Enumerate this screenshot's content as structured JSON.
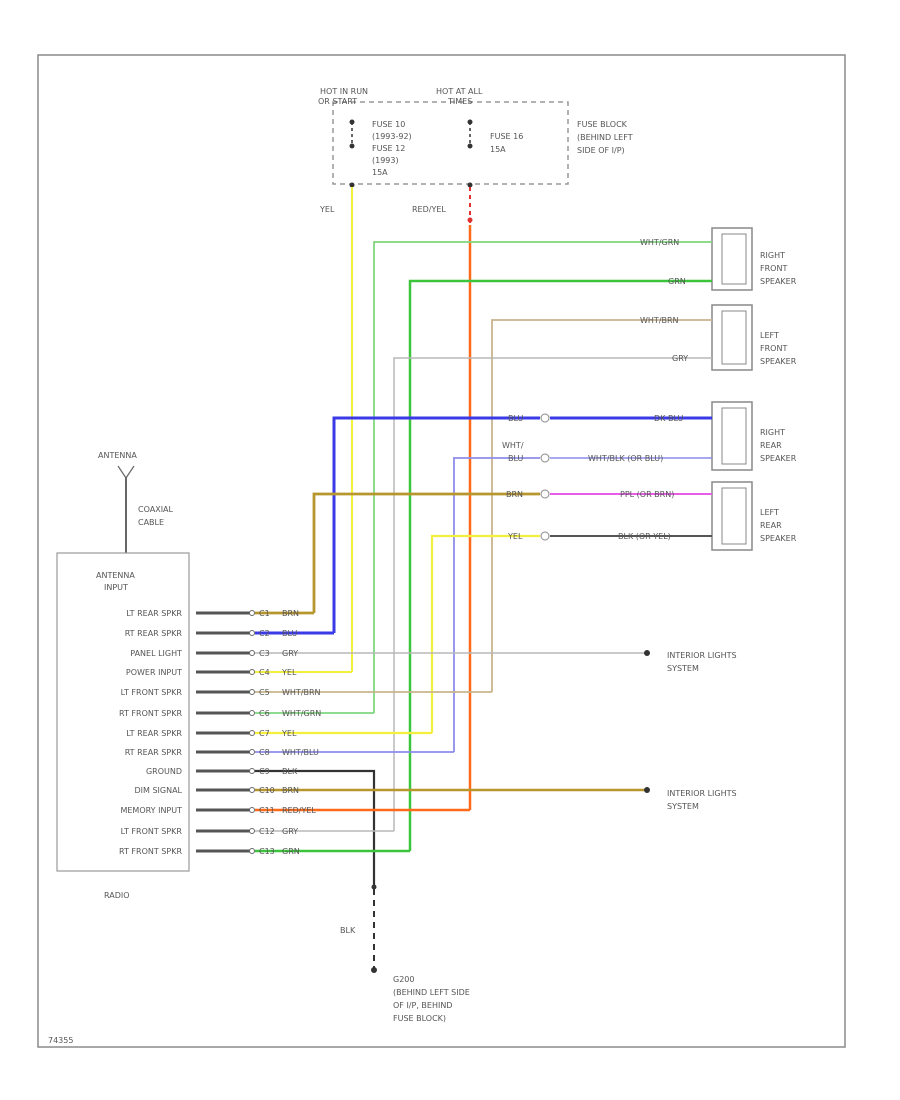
{
  "fuse_block": {
    "hot_run_label": "HOT IN RUN",
    "hot_run_sub": "OR START",
    "hot_all_label": "HOT AT ALL",
    "hot_all_sub": "TIMES",
    "fuse_left_lines": [
      "FUSE 10",
      "(1993-92)",
      "FUSE 12",
      "(1993)",
      "15A"
    ],
    "fuse_right_lines": [
      "FUSE 16",
      "15A"
    ],
    "location_lines": [
      "FUSE BLOCK",
      "(BEHIND LEFT",
      "SIDE OF I/P)"
    ],
    "wire_yel": "YEL",
    "wire_red_yel": "RED/YEL"
  },
  "antenna": {
    "label": "ANTENNA",
    "cable_lines": [
      "COAXIAL",
      "CABLE"
    ]
  },
  "radio": {
    "title": "RADIO",
    "input_lines": [
      "ANTENNA",
      "INPUT"
    ],
    "pins": [
      {
        "label": "LT REAR SPKR",
        "pin": "C1",
        "wire": "BRN"
      },
      {
        "label": "RT REAR SPKR",
        "pin": "C2",
        "wire": "BLU"
      },
      {
        "label": "PANEL LIGHT",
        "pin": "C3",
        "wire": "GRY"
      },
      {
        "label": "POWER INPUT",
        "pin": "C4",
        "wire": "YEL"
      },
      {
        "label": "LT FRONT SPKR",
        "pin": "C5",
        "wire": "WHT/BRN"
      },
      {
        "label": "RT FRONT SPKR",
        "pin": "C6",
        "wire": "WHT/GRN"
      },
      {
        "label": "LT REAR SPKR",
        "pin": "C7",
        "wire": "YEL"
      },
      {
        "label": "RT REAR SPKR",
        "pin": "C8",
        "wire": "WHT/BLU"
      },
      {
        "label": "GROUND",
        "pin": "C9",
        "wire": "BLK"
      },
      {
        "label": "DIM SIGNAL",
        "pin": "C10",
        "wire": "BRN"
      },
      {
        "label": "MEMORY INPUT",
        "pin": "C11",
        "wire": "RED/YEL"
      },
      {
        "label": "LT FRONT SPKR",
        "pin": "C12",
        "wire": "GRY"
      },
      {
        "label": "RT FRONT SPKR",
        "pin": "C13",
        "wire": "GRN"
      }
    ]
  },
  "speakers": [
    {
      "lines": [
        "RIGHT",
        "FRONT",
        "SPEAKER"
      ],
      "wire_top": "WHT/GRN",
      "wire_bottom": "GRN"
    },
    {
      "lines": [
        "LEFT",
        "FRONT",
        "SPEAKER"
      ],
      "wire_top": "WHT/BRN",
      "wire_bottom": "GRY"
    },
    {
      "lines": [
        "RIGHT",
        "REAR",
        "SPEAKER"
      ],
      "wire_top_left": "BLU",
      "wire_top_right": "DK BLU",
      "wire_bottom_left": "BLU",
      "wire_bottom_right": "WHT/BLK (OR BLU)"
    },
    {
      "lines": [
        "LEFT",
        "REAR",
        "SPEAKER"
      ],
      "wire_top_left": "BRN",
      "wire_top_right": "PPL (OR BRN)",
      "wire_bottom_left": "YEL",
      "wire_bottom_right": "BLK (OR YEL)"
    }
  ],
  "wht_label": "WHT/",
  "interior_lights": [
    "INTERIOR LIGHTS",
    "SYSTEM"
  ],
  "ground": {
    "wire": "BLK",
    "lines": [
      "G200",
      "(BEHIND LEFT SIDE",
      "OF I/P, BEHIND",
      "FUSE BLOCK)"
    ]
  },
  "footer_code": "74355",
  "colors": {
    "yellow": "#f4ee3c",
    "red": "#ff6a1a",
    "wht_grn": "#7fd67f",
    "green": "#3cc43c",
    "wht_brn": "#c8b48c",
    "gray": "#b8b8b8",
    "blue": "#3a3ae6",
    "wht_blu": "#8c8cec",
    "brown": "#b8962e",
    "purple": "#e85ce8",
    "black": "#333333"
  }
}
